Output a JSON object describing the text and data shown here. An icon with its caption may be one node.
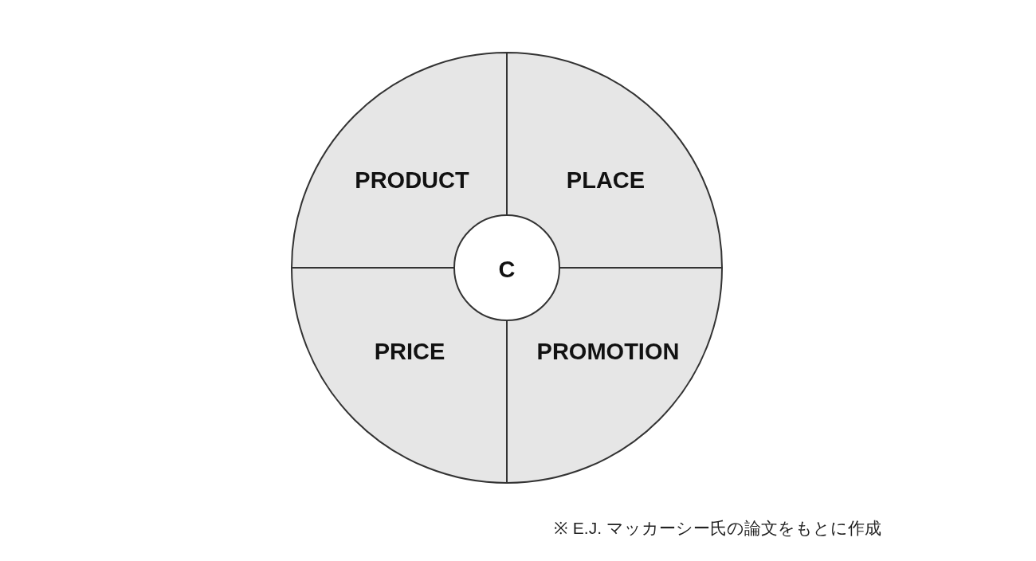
{
  "diagram": {
    "caption": "※ E.J. マッカーシー氏の論文をもとに作成",
    "nodes": [
      {
        "text": [
          "PRODUCT"
        ]
      },
      {
        "text": [
          "PLACE"
        ]
      },
      {
        "text": [
          "PRICE"
        ]
      },
      {
        "text": [
          "PROMOTION"
        ]
      },
      {
        "text": [
          "C"
        ]
      }
    ]
  }
}
